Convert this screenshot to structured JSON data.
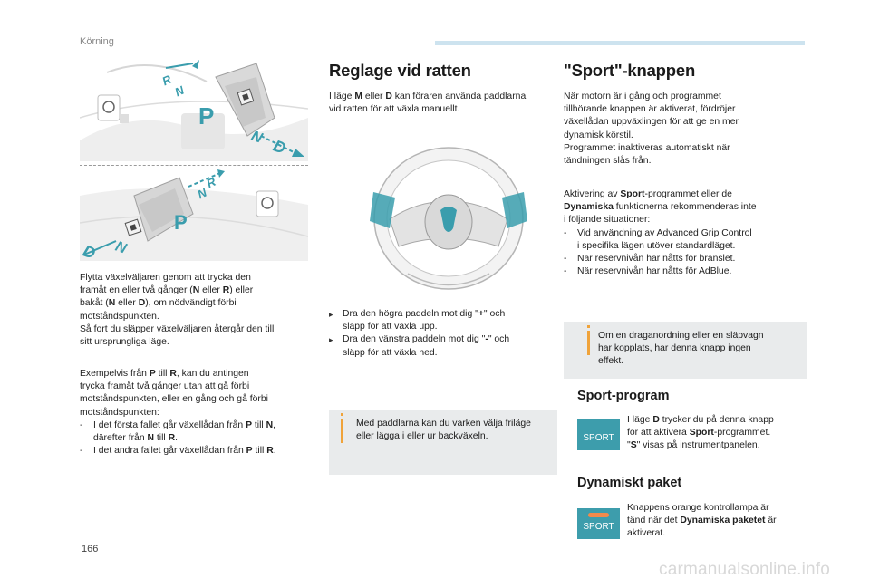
{
  "header": {
    "section": "Körning"
  },
  "left": {
    "illustration_labels": {
      "top": {
        "r": "R",
        "n_upper": "N",
        "p": "P",
        "n_lower": "N",
        "d": "D"
      },
      "bottom": {
        "r": "R",
        "n_upper": "N",
        "p": "P",
        "n_lower": "N",
        "d": "D"
      }
    },
    "para1": {
      "l1": "Flytta växelväljaren genom att trycka den",
      "l2": "framåt en eller två gånger (",
      "l2_n": "N",
      "l2_or": " eller ",
      "l2_r": "R",
      "l2_end": ") eller",
      "l3_a": "bakåt (",
      "l3_n": "N",
      "l3_or": " eller ",
      "l3_d": "D",
      "l3_end": "), om nödvändigt förbi",
      "l4": "motståndspunkten.",
      "l5": "Så fort du släpper växelväljaren återgår den till",
      "l6": "sitt ursprungliga läge."
    },
    "para2": {
      "l1_a": "Exempelvis från ",
      "l1_p": "P",
      "l1_b": " till ",
      "l1_r": "R",
      "l1_c": ", kan du antingen",
      "l2": "trycka framåt två gånger utan att gå förbi",
      "l3": "motståndspunkten, eller en gång och gå förbi",
      "l4": "motståndspunkten:",
      "b1_a": "I det första fallet går växellådan från ",
      "b1_p": "P",
      "b1_b": " till ",
      "b1_n": "N",
      "b1_c": ",",
      "b1_l2_a": "därefter från ",
      "b1_l2_n": "N",
      "b1_l2_b": " till ",
      "b1_l2_r": "R",
      "b1_l2_c": ".",
      "b2_a": "I det andra fallet går växellådan från ",
      "b2_p": "P",
      "b2_b": " till ",
      "b2_r": "R",
      "b2_c": "."
    }
  },
  "middle": {
    "title": "Reglage vid ratten",
    "intro_a": "I läge ",
    "intro_m": "M",
    "intro_or": " eller ",
    "intro_d": "D",
    "intro_b": " kan föraren använda paddlarna",
    "intro_l2": "vid ratten för att växla manuellt.",
    "bullet1_a": "Dra den högra paddeln mot dig \"",
    "bullet1_sym": "+",
    "bullet1_b": "\" och",
    "bullet1_l2": "släpp för att växla upp.",
    "bullet2_a": "Dra den vänstra paddeln mot dig \"",
    "bullet2_sym": "-",
    "bullet2_b": "\" och",
    "bullet2_l2": "släpp för att växla ned.",
    "note_l1": "Med paddlarna kan du varken välja friläge",
    "note_l2": "eller lägga i eller ur backväxeln."
  },
  "right": {
    "title": "\"Sport\"-knappen",
    "para1": {
      "l1": "När motorn är i gång och programmet",
      "l2": "tillhörande knappen är aktiverat, fördröjer",
      "l3": "växellådan uppväxlingen för att ge en mer",
      "l4": "dynamisk körstil.",
      "l5": "Programmet inaktiveras automatiskt när",
      "l6": "tändningen slås från."
    },
    "para2": {
      "l1_a": "Aktivering av ",
      "l1_sport": "Sport",
      "l1_b": "-programmet eller de",
      "l2_dyn": "Dynamiska",
      "l2_b": " funktionerna rekommenderas inte",
      "l3": "i följande situationer:",
      "b1_l1": "Vid användning av Advanced Grip Control",
      "b1_l2": "i specifika lägen utöver standardläget.",
      "b2": "När reservnivån har nåtts för bränslet.",
      "b3": "När reservnivån har nåtts för AdBlue."
    },
    "note_l1": "Om en draganordning eller en släpvagn",
    "note_l2": "har kopplats, har denna knapp ingen",
    "note_l3": "effekt.",
    "sport_program": {
      "title": "Sport-program",
      "button_label": "SPORT",
      "l1_a": "I läge ",
      "l1_d": "D",
      "l1_b": " trycker du på denna knapp",
      "l2_a": "för att aktivera ",
      "l2_sport": "Sport",
      "l2_b": "-programmet.",
      "l3_q1": "\"",
      "l3_s": "S",
      "l3_q2": "\" visas på instrumentpanelen."
    },
    "dynamic_package": {
      "title": "Dynamiskt paket",
      "button_label": "SPORT",
      "l1": "Knappens orange kontrollampa är",
      "l2_a": "tänd när det ",
      "l2_dyn": "Dynamiska paketet",
      "l2_b": " är",
      "l3": "aktiverat."
    }
  },
  "footer": {
    "page_number": "166",
    "watermark": "carmanualsonline.info"
  },
  "colors": {
    "accent_teal": "#3d9dac",
    "note_bg": "#e9ebec",
    "note_mark": "#f0a33a",
    "header_bar": "#cde3ef",
    "lamp_orange": "#f28a4b"
  }
}
